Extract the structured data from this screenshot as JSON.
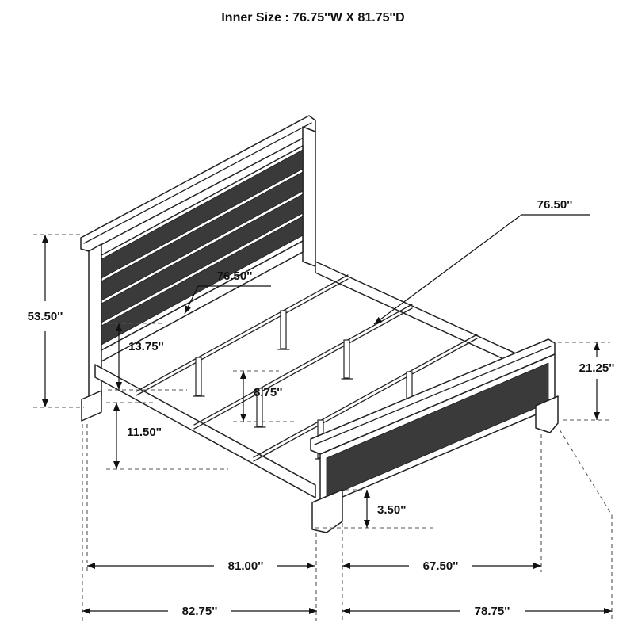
{
  "title": "Inner Size : 76.75''W X 81.75''D",
  "dims": {
    "headboard_height": "53.50''",
    "inner_width_center": "76.50''",
    "inner_width_callout": "76.50''",
    "rail_top_height": "13.75''",
    "rail_bottom_height": "11.50''",
    "slat_height": "8.75''",
    "footboard_height": "21.25''",
    "foot_height": "3.50''",
    "side_rail_length": "81.00''",
    "footboard_width": "67.50''",
    "overall_depth": "82.75''",
    "overall_width": "78.75''"
  }
}
